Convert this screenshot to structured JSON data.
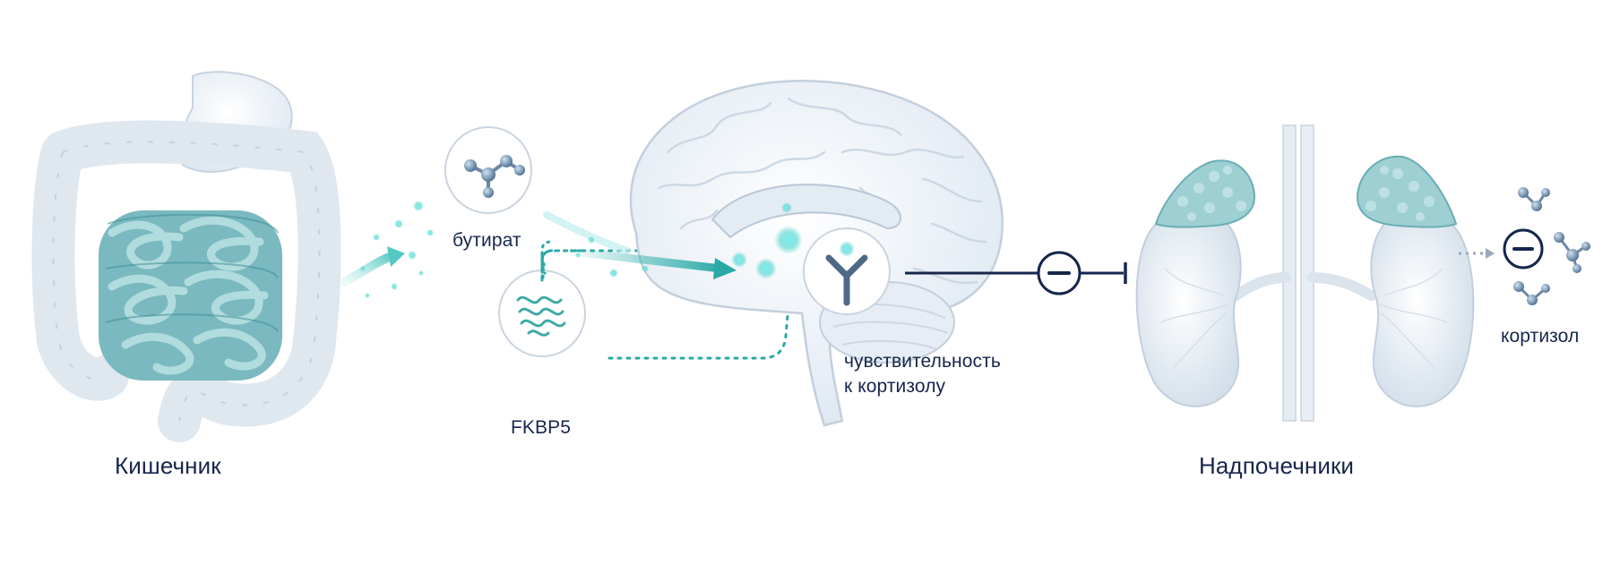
{
  "labels": {
    "gut": "Кишечник",
    "butyrate": "бутират",
    "fkbp5": "FKBP5",
    "sensitivity_line1": "чувствительность",
    "sensitivity_line2": "к кортизолу",
    "adrenals": "Надпочечники",
    "cortisol": "кортизол"
  },
  "icons": {
    "inhibit_sign": "minus-circle-icon",
    "receptor": "receptor-y-icon",
    "molecule": "molecule-icon",
    "protein": "protein-coil-icon"
  },
  "colors": {
    "teal": "#3fb9b5",
    "teal_dark": "#2a8f94",
    "navy": "#16264d",
    "organ_fill": "#eef3f8",
    "organ_stroke": "#c7d3e0",
    "gland": "#9dcfd3"
  }
}
